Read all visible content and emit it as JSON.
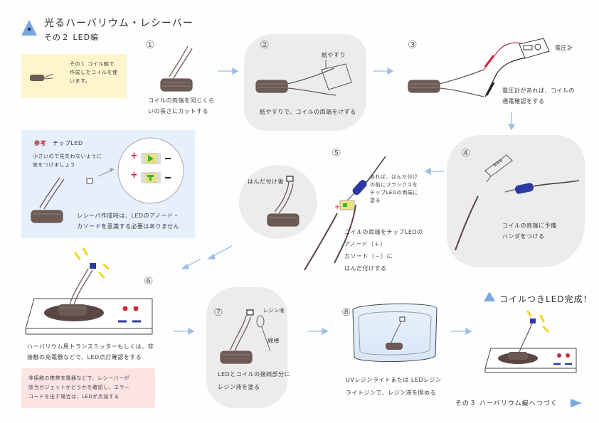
{
  "header": {
    "title": "光るハーバリウム・レシーバー",
    "subtitle": "その２ LED編"
  },
  "note_coil": "その１ コイル編で\n作成したコイルを使\nいます。",
  "steps": [
    {
      "num": "①",
      "caption": "コイルの両端を同じくら\nいの長さにカットする"
    },
    {
      "num": "②",
      "label": "紙やすり",
      "caption": "紙やすりで、コイルの両端をけずる"
    },
    {
      "num": "③",
      "label": "電圧計",
      "caption": "電圧計があれば、コイルの\n通電確認をする"
    },
    {
      "num": "④",
      "caption": "コイルの両端に予備\nハンダをつける"
    },
    {
      "num": "⑤",
      "note": "あれば、はんだ付け\nの前にフラックスを\nチップLEDの両端に\n塗る",
      "caption": "コイルの両端をチップLEDの\nアノード（＋）\nカソード（－）に\nはんだ付けする"
    },
    {
      "num": "⑥",
      "caption": "ハーバリウム用トランスミッターもしくは、非\n接触の充電器などで、LED点灯確認をする"
    },
    {
      "num": "⑦",
      "label_resin": "レジン液",
      "label_rod": "綿棒",
      "caption": "LEDとコイルの接続部分に\nレジン液を塗る"
    },
    {
      "num": "⑧",
      "caption": "UVレジンライトまたは LEDレジン\nライトジンで、レジン液を固める"
    }
  ],
  "solder_after": "はんだ付け後",
  "reference": {
    "tag": "参考",
    "title": "チップLED",
    "note": "小さいので見失わないように\n気をつけましょう",
    "caption": "レシーバ作成時は、LEDのアノード・\nカソードを意識する必要はありません",
    "plus": "+",
    "minus": "-"
  },
  "warning": "非接触の携帯充電器などで、レシーバーが\n該当ガジェットかどうかを確認し、エラー\nコードを出す場合は、LEDが点滅する",
  "complete": "コイルつきLED完成！",
  "footer": "その３ ハーバリウム編へつづく",
  "colors": {
    "accent_blue": "#7aa7e0",
    "note_yellow": "#fdf5cc",
    "ref_blue": "#e6effb",
    "warn_pink": "#fce4e4",
    "red": "#d0283a",
    "led_blue": "#2c3aa0"
  }
}
